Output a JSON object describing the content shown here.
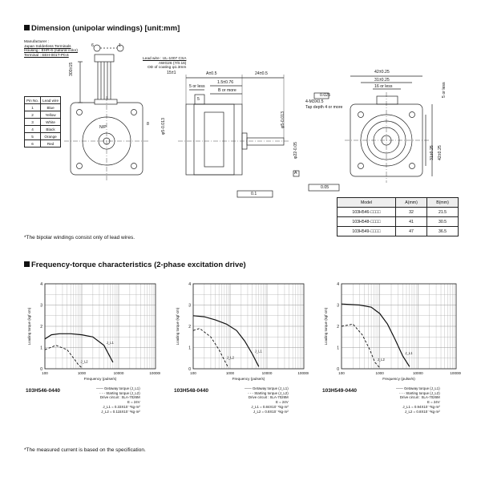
{
  "dimension": {
    "heading": "Dimension (unipolar windings) [unit:mm]",
    "labels": {
      "manufacturer": "Manufacturer :",
      "maker": "Japan Solderless Terminals",
      "housing": "Housing : EHR-6 (natural color)",
      "terminal": "Terminal : SEH-001T-P0.6",
      "connector_pin6": "6",
      "connector_pin1": "1",
      "lead_wire": "Lead wire : UL-1007 CSA",
      "awg": "AWG26",
      "awg_len": "(7/0.16)",
      "od_coating": "OD of coating",
      "od_value": "φ1.3mm",
      "dim_300": "300±15",
      "dim_15": "15±1",
      "dim_A": "A±0.5",
      "dim_15_076": "1.5±0.76",
      "dim_24": "24±0.5",
      "dim_5orless": "5 or less",
      "dim_B": "B or more",
      "dim_5": "5",
      "dim_phi5": "φ5-0.013",
      "dim_phi5b": "φ5-0.013",
      "dim_phi22": "φ22-0.05",
      "dim_8": "8",
      "dim_025": "0.025",
      "m3": "4-M3X0.5",
      "tap": "Tap depth 4 or more",
      "datum_A": "A",
      "tol_005": "0.05",
      "tol_01": "0.1",
      "np": "N/P",
      "dim_42": "42±0.25",
      "dim_31": "31±0.25",
      "dim_16": "16 or less",
      "dim_5r": "5 or less",
      "dim_31v": "31±0.25",
      "dim_42v": "42±0.25"
    },
    "pin_table": {
      "headers": [
        "Pin No.",
        "Lead wire"
      ],
      "rows": [
        [
          "1",
          "Blue"
        ],
        [
          "2",
          "Yellow"
        ],
        [
          "3",
          "White"
        ],
        [
          "4",
          "Black"
        ],
        [
          "5",
          "Orange"
        ],
        [
          "6",
          "Red"
        ]
      ]
    },
    "model_table": {
      "headers": [
        "Model",
        "A(mm)",
        "B(mm)"
      ],
      "rows": [
        [
          "103H546-□□□□",
          "32",
          "21.5"
        ],
        [
          "103H548-□□□□",
          "41",
          "30.5"
        ],
        [
          "103H549-□□□□",
          "47",
          "36.5"
        ]
      ]
    },
    "footnote": "*The bipolar windings consist only of lead wires."
  },
  "frequency": {
    "heading": "Frequency-torque characteristics (2-phase excitation drive)",
    "footnote": "*The measured current is based on the specification."
  },
  "chart_data": [
    {
      "type": "line",
      "title": "103H546-0440",
      "xlabel": "Frequency (pulse/s)",
      "ylabel": "Loading torque (kgf·cm)",
      "xscale": "log",
      "xlim": [
        100,
        100000
      ],
      "ylim": [
        0,
        4
      ],
      "xticks": [
        "100",
        "1000",
        "10000",
        "100000"
      ],
      "yticks": [
        "0",
        "1",
        "2",
        "3",
        "4"
      ],
      "series": [
        {
          "name": "Getaway torque",
          "x": [
            100,
            150,
            250,
            500,
            1000,
            2000,
            4000,
            7000
          ],
          "y": [
            1.4,
            1.6,
            1.65,
            1.65,
            1.6,
            1.5,
            1.1,
            0.3
          ]
        },
        {
          "name": "Starting torque",
          "x": [
            100,
            200,
            400,
            600,
            800,
            1000
          ],
          "y": [
            0.9,
            1.1,
            0.9,
            0.5,
            0.2,
            0.05
          ]
        }
      ],
      "line_labels": [
        "J_L1",
        "J_L2"
      ],
      "legend": [
        "Getaway torque (J_L1)",
        "Starting torque (J_L2)"
      ],
      "conditions": [
        "Drive circuit : SLA-7026M",
        "E = 24V",
        "J_L1 = 0.33X10⁻⁴kg·m²",
        "J_L2 = 0.115X10⁻⁴kg·m²"
      ]
    },
    {
      "type": "line",
      "title": "103H548-0440",
      "xlabel": "Frequency (pulse/s)",
      "ylabel": "Loading torque (kgf·cm)",
      "xscale": "log",
      "xlim": [
        100,
        100000
      ],
      "ylim": [
        0,
        4
      ],
      "xticks": [
        "100",
        "1000",
        "10000",
        "100000"
      ],
      "yticks": [
        "0",
        "1",
        "2",
        "3",
        "4"
      ],
      "series": [
        {
          "name": "Getaway torque",
          "x": [
            100,
            200,
            400,
            800,
            1500,
            2500,
            4000,
            6000
          ],
          "y": [
            2.5,
            2.45,
            2.3,
            2.1,
            1.8,
            1.3,
            0.7,
            0.1
          ]
        },
        {
          "name": "Starting torque",
          "x": [
            100,
            150,
            300,
            500,
            700,
            900
          ],
          "y": [
            1.8,
            1.9,
            1.5,
            0.9,
            0.4,
            0.05
          ]
        }
      ],
      "line_labels": [
        "J_L1",
        "J_L2"
      ],
      "legend": [
        "Getaway torque (J_L1)",
        "Starting torque (J_L2)"
      ],
      "conditions": [
        "Drive circuit : SLA-7026M",
        "E = 24V",
        "J_L1 = 0.84X10⁻⁴kg·m²",
        "J_L2 = 0.8X10⁻⁴kg·m²"
      ]
    },
    {
      "type": "line",
      "title": "103H549-0440",
      "xlabel": "Frequency (pulse/s)",
      "ylabel": "Loading torque (kgf·cm)",
      "xscale": "log",
      "xlim": [
        100,
        100000
      ],
      "ylim": [
        0,
        4
      ],
      "xticks": [
        "100",
        "1000",
        "10000",
        "100000"
      ],
      "yticks": [
        "0",
        "1",
        "2",
        "3",
        "4"
      ],
      "series": [
        {
          "name": "Getaway torque",
          "x": [
            100,
            300,
            600,
            1000,
            1600,
            2500,
            4000,
            6000
          ],
          "y": [
            3.05,
            3.0,
            2.9,
            2.6,
            2.1,
            1.4,
            0.6,
            0.1
          ]
        },
        {
          "name": "Starting torque",
          "x": [
            100,
            200,
            350,
            550,
            750,
            1000
          ],
          "y": [
            2.0,
            2.1,
            1.6,
            0.9,
            0.3,
            0.05
          ]
        }
      ],
      "line_labels": [
        "J_L1",
        "J_L2"
      ],
      "legend": [
        "Getaway torque (J_L1)",
        "Starting torque (J_L2)"
      ],
      "conditions": [
        "Drive circuit : SLA-7026M",
        "E = 24V",
        "J_L1 = 0.94X10⁻⁴kg·m²",
        "J_L2 = 0.8X10⁻⁴kg·m²"
      ]
    }
  ]
}
